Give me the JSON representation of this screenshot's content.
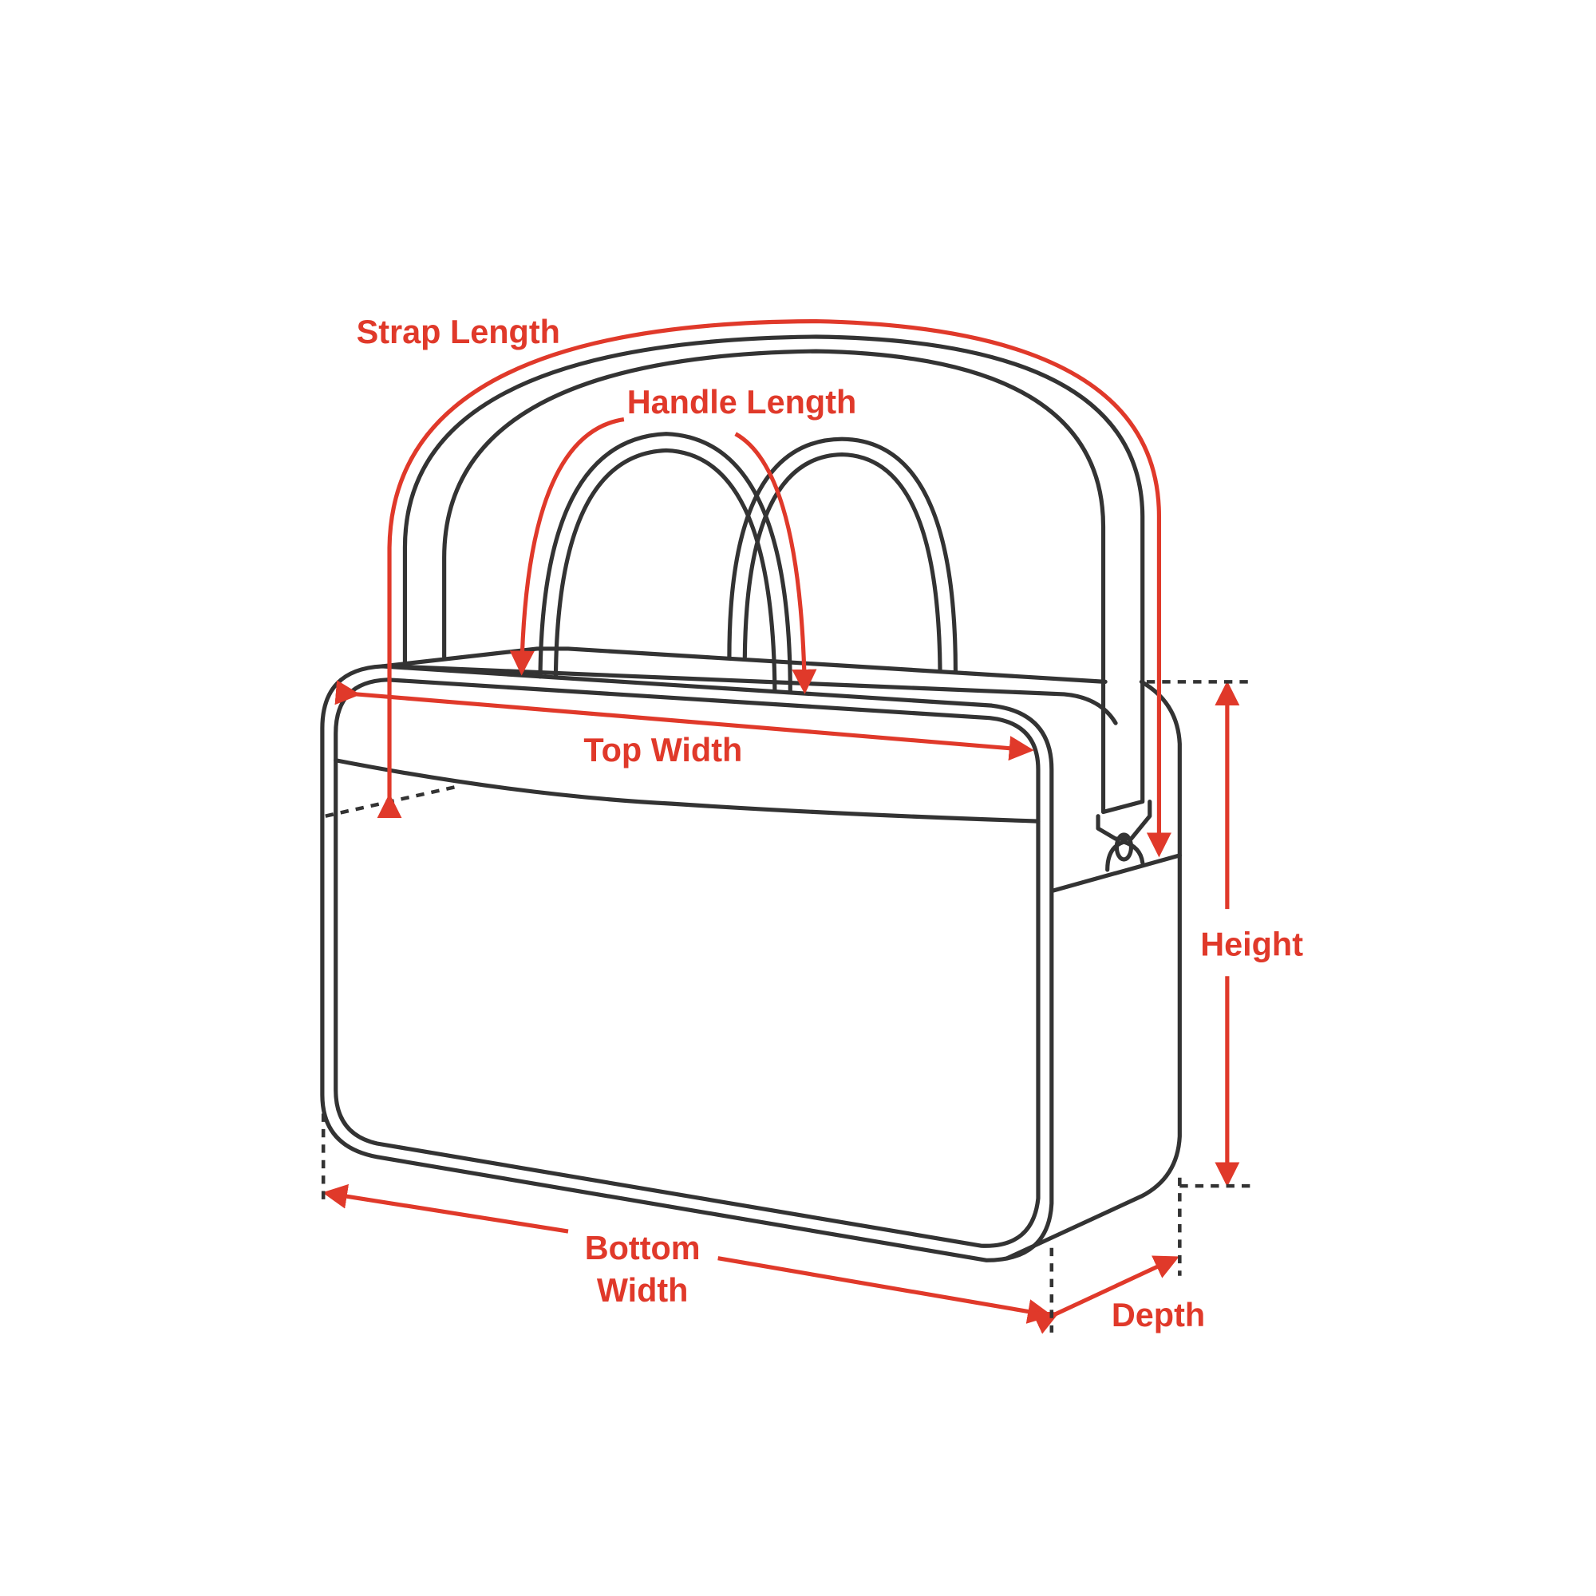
{
  "labels": {
    "strap_length": "Strap Length",
    "handle_length": "Handle Length",
    "top_width": "Top Width",
    "height": "Height",
    "bottom_width_line1": "Bottom",
    "bottom_width_line2": "Width",
    "depth": "Depth"
  },
  "colors": {
    "outline": "#333333",
    "dimension": "#e0392a"
  }
}
